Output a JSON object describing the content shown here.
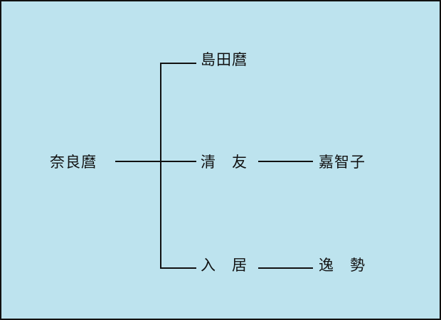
{
  "colors": {
    "background": "#bde3ee",
    "ink": "#111111"
  },
  "tree": {
    "root": "奈良麿",
    "children": [
      {
        "name": "島田麿"
      },
      {
        "name": "清　友",
        "child": "嘉智子"
      },
      {
        "name": "入　居",
        "child": "逸　勢"
      }
    ]
  }
}
